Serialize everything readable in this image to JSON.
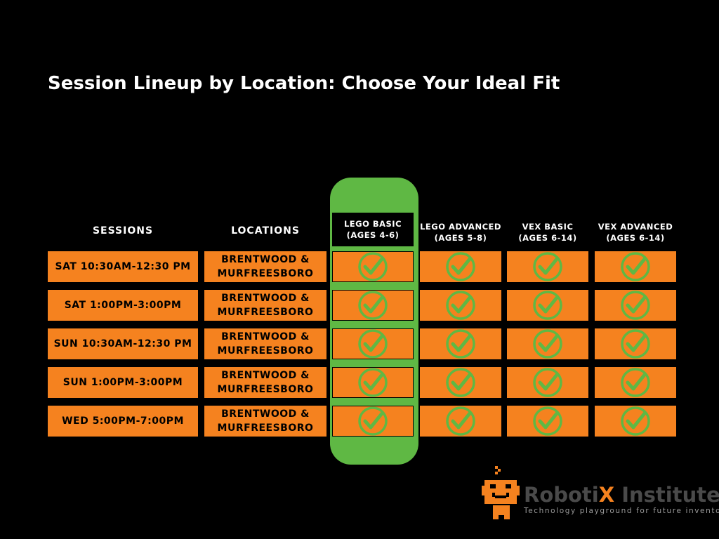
{
  "title": "Session Lineup by Location: Choose Your Ideal Fit",
  "headers": {
    "sessions": "SESSIONS",
    "locations": "LOCATIONS",
    "programs": [
      {
        "line1": "LEGO BASIC",
        "line2": "(AGES 4-6)"
      },
      {
        "line1": "LEGO ADVANCED",
        "line2": "(AGES 5-8)"
      },
      {
        "line1": "VEX BASIC",
        "line2": "(AGES 6-14)"
      },
      {
        "line1": "VEX ADVANCED",
        "line2": "(AGES 6-14)"
      }
    ]
  },
  "rows": [
    {
      "session": "SAT 10:30AM-12:30 PM",
      "location_line1": "BRENTWOOD &",
      "location_line2": "MURFREESBORO"
    },
    {
      "session": "SAT 1:00PM-3:00PM",
      "location_line1": "BRENTWOOD &",
      "location_line2": "MURFREESBORO"
    },
    {
      "session": "SUN 10:30AM-12:30 PM",
      "location_line1": "BRENTWOOD &",
      "location_line2": "MURFREESBORO"
    },
    {
      "session": "SUN 1:00PM-3:00PM",
      "location_line1": "BRENTWOOD &",
      "location_line2": "MURFREESBORO"
    },
    {
      "session": "WED 5:00PM-7:00PM",
      "location_line1": "BRENTWOOD &",
      "location_line2": "MURFREESBORO"
    }
  ],
  "check_icon": "check-circle-icon",
  "brand": {
    "name_part1": "Roboti",
    "name_x": "X",
    "name_part2": " Institute",
    "tagline": "Technology playground for future inventors"
  },
  "colors": {
    "background": "#000000",
    "cell": "#f5821f",
    "highlight": "#5fb844",
    "check": "#5fb844"
  }
}
